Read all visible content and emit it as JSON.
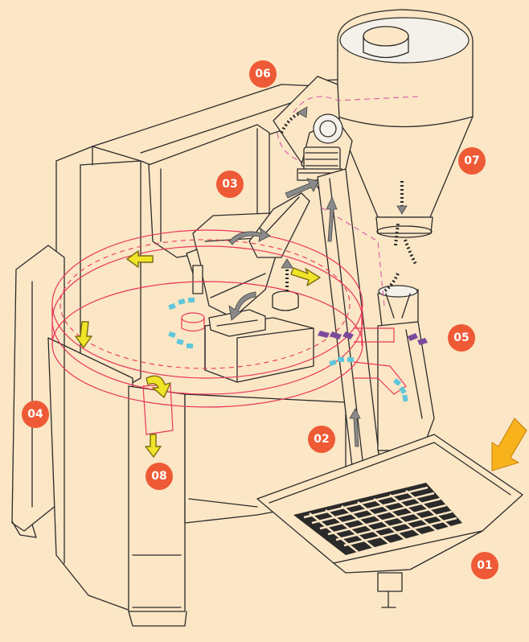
{
  "diagram": {
    "accent_color": "#ee5a35",
    "background_color": "#fbe6c5",
    "callouts": [
      {
        "id": "01",
        "label": "01"
      },
      {
        "id": "02",
        "label": "02"
      },
      {
        "id": "03",
        "label": "03"
      },
      {
        "id": "04",
        "label": "04"
      },
      {
        "id": "05",
        "label": "05"
      },
      {
        "id": "06",
        "label": "06"
      },
      {
        "id": "07",
        "label": "07"
      },
      {
        "id": "08",
        "label": "08"
      }
    ],
    "flow_colors": {
      "cooling_tray_flow": "#f0e428",
      "drum_flow": "#8a8a8a",
      "air_flow": "#5ec7da",
      "smoke_flow": "#7a4a9a",
      "loading_arrow": "#f7b21c",
      "air_duct_lines": "#e8375a"
    }
  }
}
